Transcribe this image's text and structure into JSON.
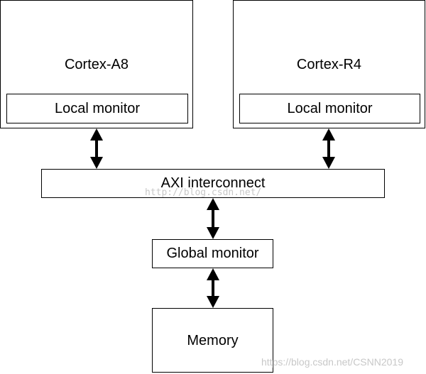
{
  "colors": {
    "stroke": "#000000",
    "background": "#ffffff",
    "watermark": "#c8c8c8"
  },
  "diagram": {
    "cortex_a8": {
      "title": "Cortex-A8",
      "monitor_label": "Local monitor"
    },
    "cortex_r4": {
      "title": "Cortex-R4",
      "monitor_label": "Local monitor"
    },
    "interconnect": {
      "label": "AXI interconnect"
    },
    "global_monitor": {
      "label": "Global monitor"
    },
    "memory": {
      "label": "Memory"
    }
  },
  "watermarks": {
    "center": "http://blog.csdn.net/",
    "bottom_right": "https://blog.csdn.net/CSNN2019"
  }
}
